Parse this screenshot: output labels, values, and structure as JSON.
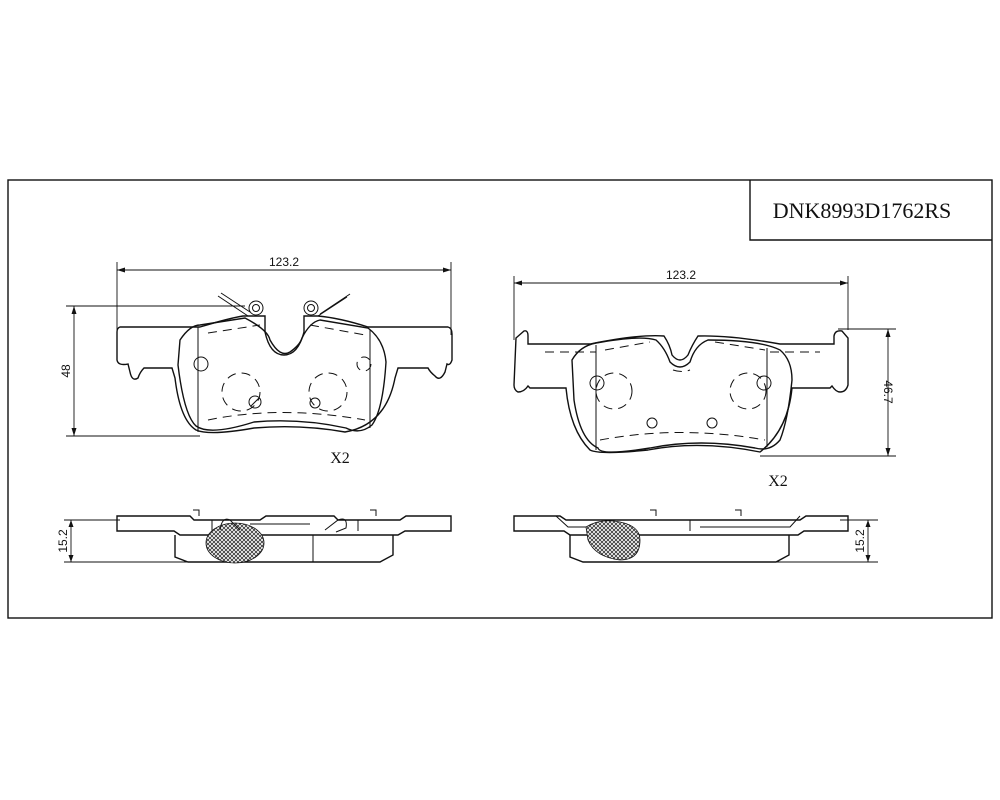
{
  "part_number": "DNK8993D1762RS",
  "left_pad": {
    "width_label": "123.2",
    "height_label": "48",
    "quantity_label": "X2",
    "thickness_label": "15.2"
  },
  "right_pad": {
    "width_label": "123.2",
    "height_label": "46.7",
    "quantity_label": "X2",
    "thickness_label": "15.2"
  },
  "colors": {
    "line": "#111111",
    "background": "#ffffff"
  }
}
